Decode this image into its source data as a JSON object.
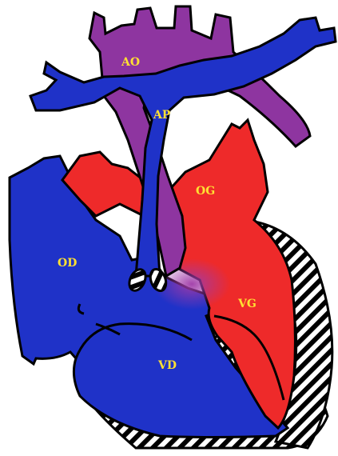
{
  "diagram": {
    "labels": {
      "ao": "AO",
      "ap": "AP",
      "og": "OG",
      "od": "OD",
      "vd": "VD",
      "vg": "VG"
    },
    "colors": {
      "purple": "#8e35a0",
      "blue": "#1f32c8",
      "red": "#ee2a2a",
      "label": "#ffe033",
      "outline": "#000000",
      "hatch": "#000000",
      "background": "#ffffff"
    }
  }
}
